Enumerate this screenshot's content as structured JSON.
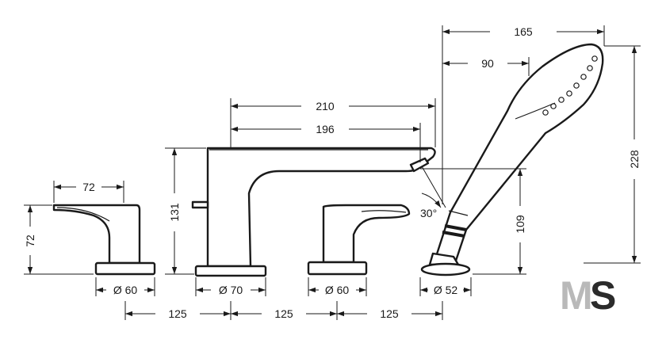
{
  "dimensions": {
    "handshower_total_length": "165",
    "handshower_head_length": "90",
    "handshower_height": "228",
    "spout_reach_outer": "210",
    "spout_reach_inner": "196",
    "spout_height": "131",
    "spout_angle": "30°",
    "outlet_height": "109",
    "handle_reach": "72",
    "handle_height": "72",
    "base_left_diameter": "Ø 60",
    "base_spout_diameter": "Ø 70",
    "base_right_diameter": "Ø 60",
    "base_shower_diameter": "Ø 52",
    "spacing_1": "125",
    "spacing_2": "125",
    "spacing_3": "125"
  },
  "watermark": {
    "text_m": "M",
    "text_s": "S"
  },
  "colors": {
    "line": "#1a1a1a",
    "watermark_light": "#b9b9b9",
    "watermark_dark": "#2b2b2b"
  }
}
